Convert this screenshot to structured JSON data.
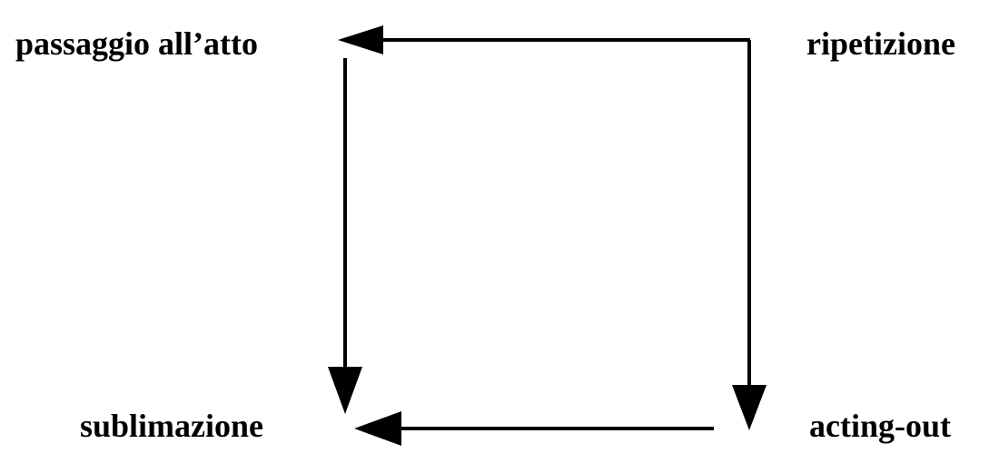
{
  "nodes": {
    "top_left": "passaggio all’atto",
    "top_right": "ripetizione",
    "bottom_left": "sublimazione",
    "bottom_right": "acting-out"
  },
  "edges": [
    {
      "from": "ripetizione",
      "to": "passaggio all’atto"
    },
    {
      "from": "ripetizione",
      "to": "acting-out"
    },
    {
      "from": "passaggio all’atto",
      "to": "sublimazione"
    },
    {
      "from": "acting-out",
      "to": "sublimazione"
    }
  ],
  "colors": {
    "ink": "#000000",
    "background": "#ffffff"
  }
}
